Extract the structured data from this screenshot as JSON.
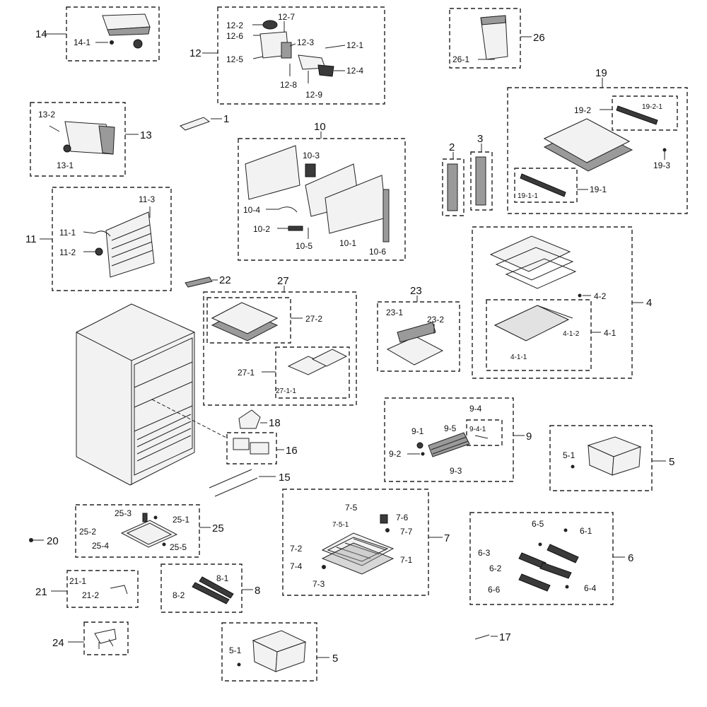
{
  "labels": {
    "l1": "1",
    "l2": "2",
    "l3": "3",
    "l4": "4",
    "l4_1": "4-1",
    "l4_1_1": "4-1-1",
    "l4_1_2": "4-1-2",
    "l4_2": "4-2",
    "l5a": "5",
    "l5_1a": "5-1",
    "l5b": "5",
    "l5_1b": "5-1",
    "l6": "6",
    "l6_1": "6-1",
    "l6_2": "6-2",
    "l6_3": "6-3",
    "l6_4": "6-4",
    "l6_5": "6-5",
    "l6_6": "6-6",
    "l7": "7",
    "l7_1": "7-1",
    "l7_2": "7-2",
    "l7_3": "7-3",
    "l7_4": "7-4",
    "l7_5": "7-5",
    "l7_5_1": "7-5-1",
    "l7_6": "7-6",
    "l7_7": "7-7",
    "l8": "8",
    "l8_1": "8-1",
    "l8_2": "8-2",
    "l9": "9",
    "l9_1": "9-1",
    "l9_2": "9-2",
    "l9_3": "9-3",
    "l9_4": "9-4",
    "l9_4_1": "9-4-1",
    "l9_5": "9-5",
    "l10": "10",
    "l10_1": "10-1",
    "l10_2": "10-2",
    "l10_3": "10-3",
    "l10_4": "10-4",
    "l10_5": "10-5",
    "l10_6": "10-6",
    "l11": "11",
    "l11_1": "11-1",
    "l11_2": "11-2",
    "l11_3": "11-3",
    "l12": "12",
    "l12_1": "12-1",
    "l12_2": "12-2",
    "l12_3": "12-3",
    "l12_4": "12-4",
    "l12_5": "12-5",
    "l12_6": "12-6",
    "l12_7": "12-7",
    "l12_8": "12-8",
    "l12_9": "12-9",
    "l13": "13",
    "l13_1": "13-1",
    "l13_2": "13-2",
    "l14": "14",
    "l14_1": "14-1",
    "l15": "15",
    "l16": "16",
    "l17": "17",
    "l18": "18",
    "l19": "19",
    "l19_1": "19-1",
    "l19_1_1": "19-1-1",
    "l19_2": "19-2",
    "l19_2_1": "19-2-1",
    "l19_3": "19-3",
    "l20": "20",
    "l21": "21",
    "l21_1": "21-1",
    "l21_2": "21-2",
    "l22": "22",
    "l23": "23",
    "l23_1": "23-1",
    "l23_2": "23-2",
    "l24": "24",
    "l25": "25",
    "l25_1": "25-1",
    "l25_2": "25-2",
    "l25_3": "25-3",
    "l25_4": "25-4",
    "l25_5": "25-5",
    "l26": "26",
    "l26_1": "26-1",
    "l27": "27",
    "l27_1": "27-1",
    "l27_1_1": "27-1-1",
    "l27_2": "27-2"
  }
}
